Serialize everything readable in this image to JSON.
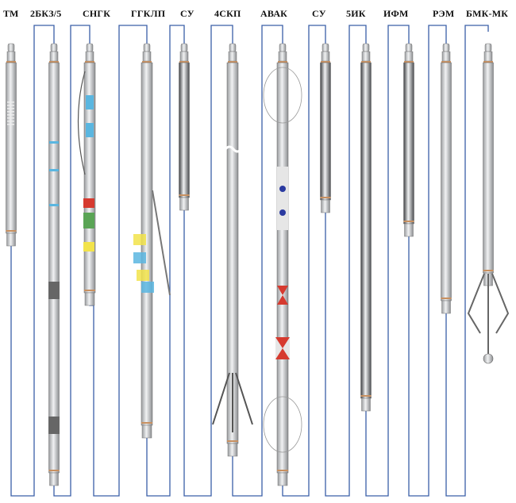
{
  "tools": [
    {
      "id": "tm",
      "label": "ТМ"
    },
    {
      "id": "2bk",
      "label": "2БКЗ/5"
    },
    {
      "id": "sngk",
      "label": "СНГК"
    },
    {
      "id": "ggklp",
      "label": "ГГКЛП"
    },
    {
      "id": "su1",
      "label": "СУ"
    },
    {
      "id": "4skp",
      "label": "4СКП"
    },
    {
      "id": "avak",
      "label": "АВАК"
    },
    {
      "id": "su2",
      "label": "СУ"
    },
    {
      "id": "5ik",
      "label": "5ИК"
    },
    {
      "id": "ifm",
      "label": "ИФМ"
    },
    {
      "id": "rem",
      "label": "РЭМ"
    },
    {
      "id": "bmk",
      "label": "БМК-МК"
    }
  ],
  "colors": {
    "wire": "#3a5fa8",
    "body": "#c4c6c8",
    "dark": "#5a5c5f",
    "copper": "#c89060",
    "accent_blue": "#5ab6e0",
    "accent_red": "#d63a2f",
    "accent_yellow": "#f2e34a",
    "accent_green": "#5aa455",
    "dot": "#2a3aa0"
  }
}
